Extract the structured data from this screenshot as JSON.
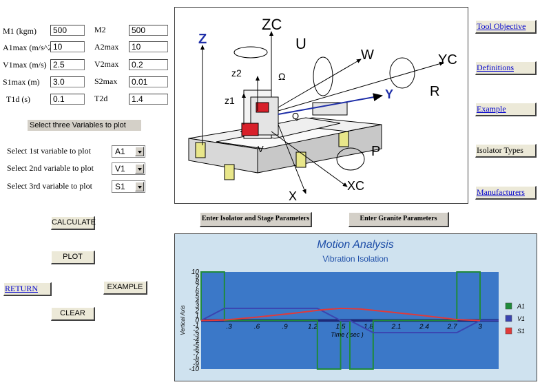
{
  "params": {
    "left": [
      {
        "label": "M1 (kgm)",
        "value": "500"
      },
      {
        "label": "A1max (m/s^2)",
        "value": "10"
      },
      {
        "label": "V1max (m/s)",
        "value": "2.5"
      },
      {
        "label": "S1max (m)",
        "value": "3.0"
      },
      {
        "label": "T1d (s)",
        "value": "0.1"
      }
    ],
    "right": [
      {
        "label": "M2",
        "value": "500"
      },
      {
        "label": "A2max",
        "value": "10"
      },
      {
        "label": "V2max",
        "value": "0.2"
      },
      {
        "label": "S2max",
        "value": "0.01"
      },
      {
        "label": "T2d",
        "value": "1.4"
      }
    ]
  },
  "select_header": "Select three Variables to plot",
  "selects": [
    {
      "label": "Select 1st variable to plot",
      "value": "A1"
    },
    {
      "label": "Select 2nd variable to plot",
      "value": "V1"
    },
    {
      "label": "Select 3rd variable to plot",
      "value": "S1"
    }
  ],
  "buttons": {
    "calculate": "CALCULATE",
    "plot": "PLOT",
    "return": "RETURN",
    "example": "EXAMPLE",
    "clear": "CLEAR",
    "isolator_params": "Enter Isolator and Stage Parameters",
    "granite_params": "Enter Granite Parameters"
  },
  "side_links": {
    "tool_objective": "Tool Objective",
    "definitions": "Definitions",
    "example": "Example",
    "isolator_types": "Isolator Types",
    "manufacturers": "Manufacturers"
  },
  "diagram_labels": {
    "z": "Z",
    "zc": "ZC",
    "u": "U",
    "w": "W",
    "yc": "YC",
    "r": "R",
    "y": "Y",
    "z2": "z2",
    "z1": "z1",
    "p": "P",
    "x": "X",
    "xc": "XC",
    "omega": "Ω",
    "q": "Q",
    "v": "V"
  },
  "colors": {
    "chart_bg": "#3b78c8",
    "a1": "#1f8a3a",
    "v1": "#3a44b0",
    "s1": "#e03a3a",
    "title": "#1f4fa8"
  },
  "chart_data": {
    "type": "line",
    "title": "Motion Analysis",
    "subtitle": "Vibration Isolation",
    "xlabel": "Time ( sec )",
    "ylabel": "Vertical Axis",
    "xlim": [
      0,
      3.2
    ],
    "ylim": [
      -10,
      10
    ],
    "x_ticks": [
      ".3",
      ".6",
      ".9",
      "1.2",
      "1.5",
      "1.8",
      "2.1",
      "2.4",
      "2.7",
      "3"
    ],
    "y_ticks": [
      "10",
      "9",
      "8",
      "7",
      "6",
      "5",
      "4",
      "3",
      "2",
      "1",
      "0",
      "-1",
      "-2",
      "-3",
      "-4",
      "-5",
      "-6",
      "-7",
      "-8",
      "-9",
      "-10"
    ],
    "legend_position": "right",
    "series": [
      {
        "name": "A1",
        "x": [
          0,
          0,
          0.25,
          0.25,
          1.25,
          1.25,
          1.5,
          1.5,
          1.6,
          1.6,
          1.85,
          1.85,
          2.75,
          2.75,
          3.0,
          3.0,
          3.2
        ],
        "y": [
          0,
          10,
          10,
          0,
          0,
          -10,
          -10,
          0,
          0,
          -10,
          -10,
          0,
          0,
          10,
          10,
          0,
          0
        ]
      },
      {
        "name": "V1",
        "x": [
          0,
          0.25,
          1.25,
          1.5,
          1.6,
          1.85,
          2.75,
          3.0,
          3.2
        ],
        "y": [
          0,
          2.5,
          2.5,
          0,
          0,
          -2.5,
          -2.5,
          0,
          0
        ]
      },
      {
        "name": "S1",
        "x": [
          0,
          0.25,
          0.6,
          1.0,
          1.3,
          1.5,
          1.7,
          2.0,
          2.4,
          2.75,
          3.0
        ],
        "y": [
          0,
          0.1,
          0.7,
          1.5,
          2.2,
          2.5,
          2.4,
          1.8,
          1.0,
          0.2,
          0
        ]
      }
    ]
  }
}
